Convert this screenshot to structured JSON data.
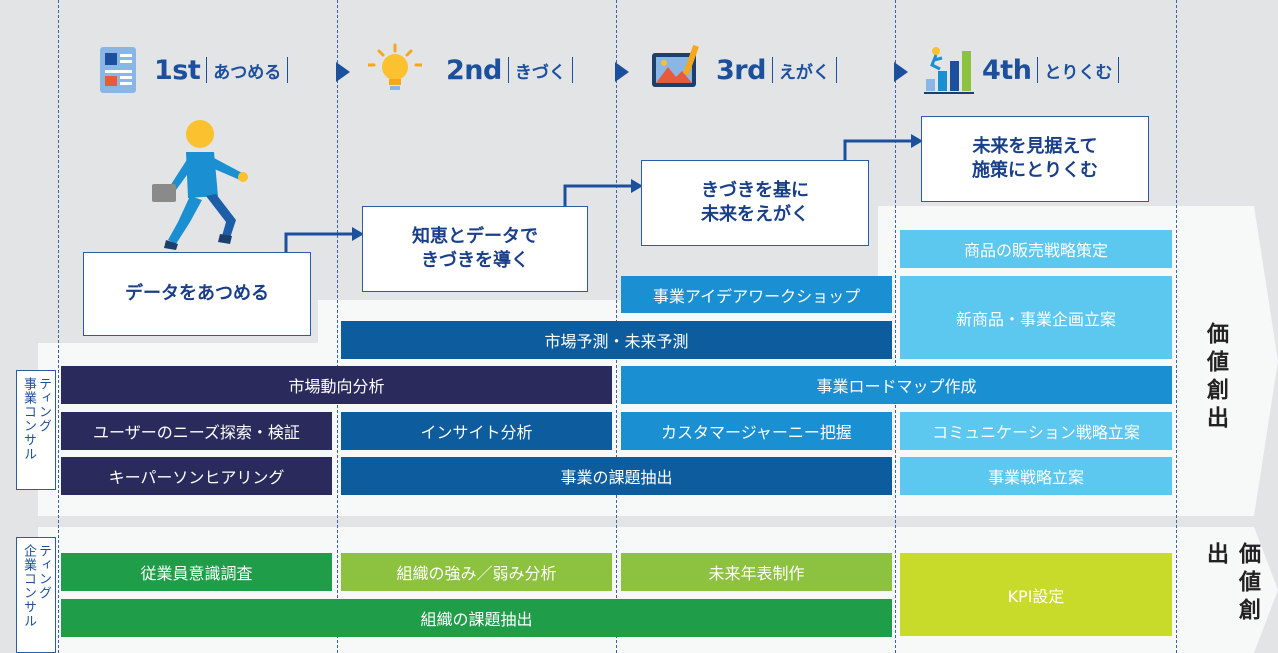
{
  "stages": [
    {
      "num": "1st",
      "name": "あつめる"
    },
    {
      "num": "2nd",
      "name": "きづく"
    },
    {
      "num": "3rd",
      "name": "えがく"
    },
    {
      "num": "4th",
      "name": "とりくむ"
    }
  ],
  "steps": {
    "s1": "データをあつめる",
    "s2a": "知恵とデータで",
    "s2b": "きづきを導く",
    "s3a": "きづきを基に",
    "s3b": "未来をえがく",
    "s4a": "未来を見据えて",
    "s4b": "施策にとりくむ"
  },
  "business": {
    "label_col1": "事業コンサル",
    "label_col2": "ティング",
    "value_label": "価値創出",
    "bars": {
      "sales_strategy": "商品の販売戦略策定",
      "workshop": "事業アイデアワークショップ",
      "new_product": "新商品・事業企画立案",
      "forecast": "市場予測・未来予測",
      "trend": "市場動向分析",
      "roadmap": "事業ロードマップ作成",
      "needs": "ユーザーのニーズ探索・検証",
      "insight": "インサイト分析",
      "journey": "カスタマージャーニー把握",
      "communication": "コミュニケーション戦略立案",
      "hearing": "キーパーソンヒアリング",
      "issue": "事業の課題抽出",
      "biz_strategy": "事業戦略立案"
    }
  },
  "corporate": {
    "label_col1": "企業コンサル",
    "label_col2": "ティング",
    "value_label": "価値創出",
    "bars": {
      "survey": "従業員意識調査",
      "swot": "組織の強み／弱み分析",
      "timeline": "未来年表制作",
      "kpi": "KPI設定",
      "org_issue": "組織の課題抽出"
    }
  },
  "colors": {
    "navy": "#2a2b5c",
    "dark_blue": "#0d5c9e",
    "blue": "#1a8fd1",
    "light_blue": "#5cc7ef",
    "green": "#1f9d48",
    "light_green": "#8cc23f",
    "lime": "#c9db2a",
    "accent": "#1c4f9c"
  },
  "icons": [
    "report-icon",
    "lightbulb-icon",
    "tablet-drawing-icon",
    "bar-chart-runner-icon",
    "business-person-icon"
  ]
}
